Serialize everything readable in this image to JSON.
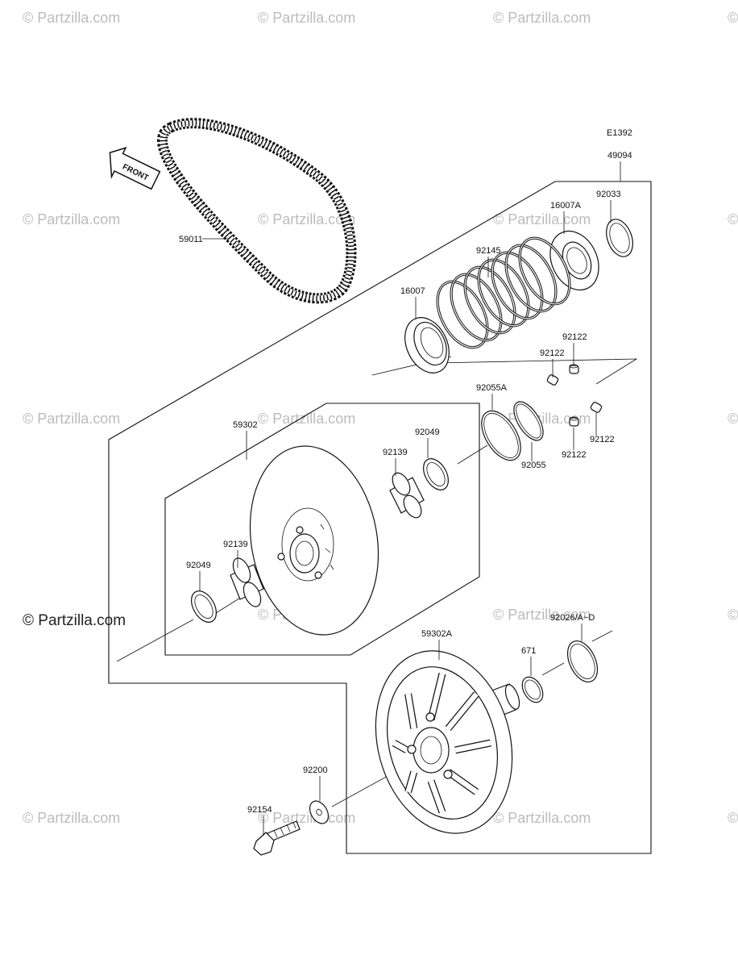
{
  "diagram": {
    "code": "E1392",
    "front_label": "FRONT",
    "part_numbers": {
      "assembly": "49094",
      "belt": "59011",
      "ring_top": "92033",
      "seat_upper": "16007A",
      "spring": "92145",
      "seat_lower": "16007",
      "pin_a": "92122",
      "pin_b": "92122",
      "pin_c": "92122",
      "pin_d": "92122",
      "oring_large": "92055A",
      "oring_small": "92055",
      "bushing_upper": "92139",
      "seal_upper": "92049",
      "sheave_movable": "59302",
      "bushing_lower": "92139",
      "seal_lower": "92049",
      "shim": "92026/A~D",
      "sheave_fixed": "59302A",
      "snap_ring": "671",
      "washer": "92200",
      "bolt": "92154"
    }
  },
  "watermark": {
    "text": "© Partzilla.com",
    "primary_text": "© Partzilla.com"
  }
}
